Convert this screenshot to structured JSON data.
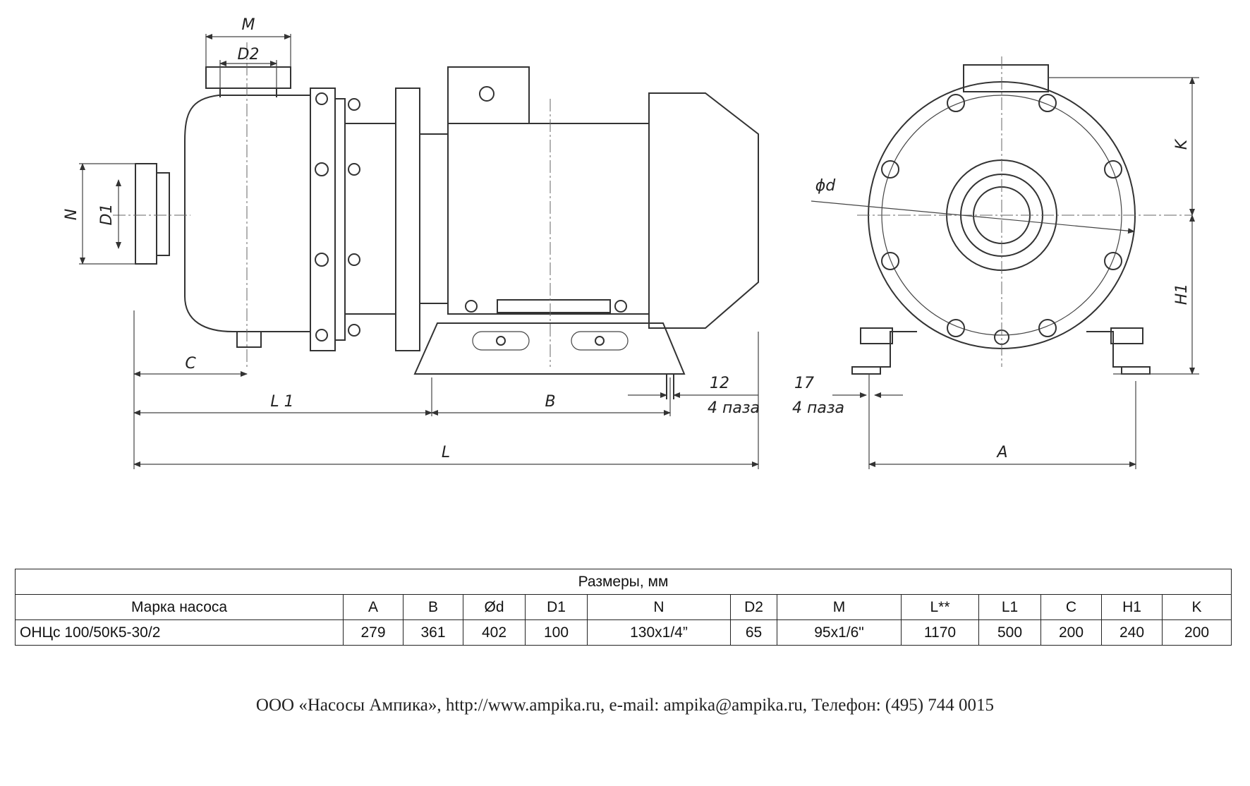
{
  "drawing": {
    "labels": {
      "M": "M",
      "D2": "D2",
      "N": "N",
      "D1": "D1",
      "C": "C",
      "L1": "L 1",
      "B": "B",
      "L": "L",
      "slot12": "12",
      "slots4a": "4 паза",
      "slot17": "17",
      "slots4b": "4 паза",
      "A": "A",
      "phid": "ϕd",
      "K": "K",
      "H1": "H1"
    }
  },
  "table": {
    "caption": "Размеры, мм",
    "headers": [
      "Марка насоса",
      "A",
      "B",
      "Ød",
      "D1",
      "N",
      "D2",
      "M",
      "L**",
      "L1",
      "C",
      "H1",
      "K"
    ],
    "rows": [
      [
        "ОНЦс 100/50К5-30/2",
        "279",
        "361",
        "402",
        "100",
        "130x1/4”",
        "65",
        "95x1/6\"",
        "1170",
        "500",
        "200",
        "240",
        "200"
      ]
    ]
  },
  "footer": "ООО «Насосы Ампика», http://www.ampika.ru, e-mail: ampika@ampika.ru, Телефон: (495) 744 0015"
}
